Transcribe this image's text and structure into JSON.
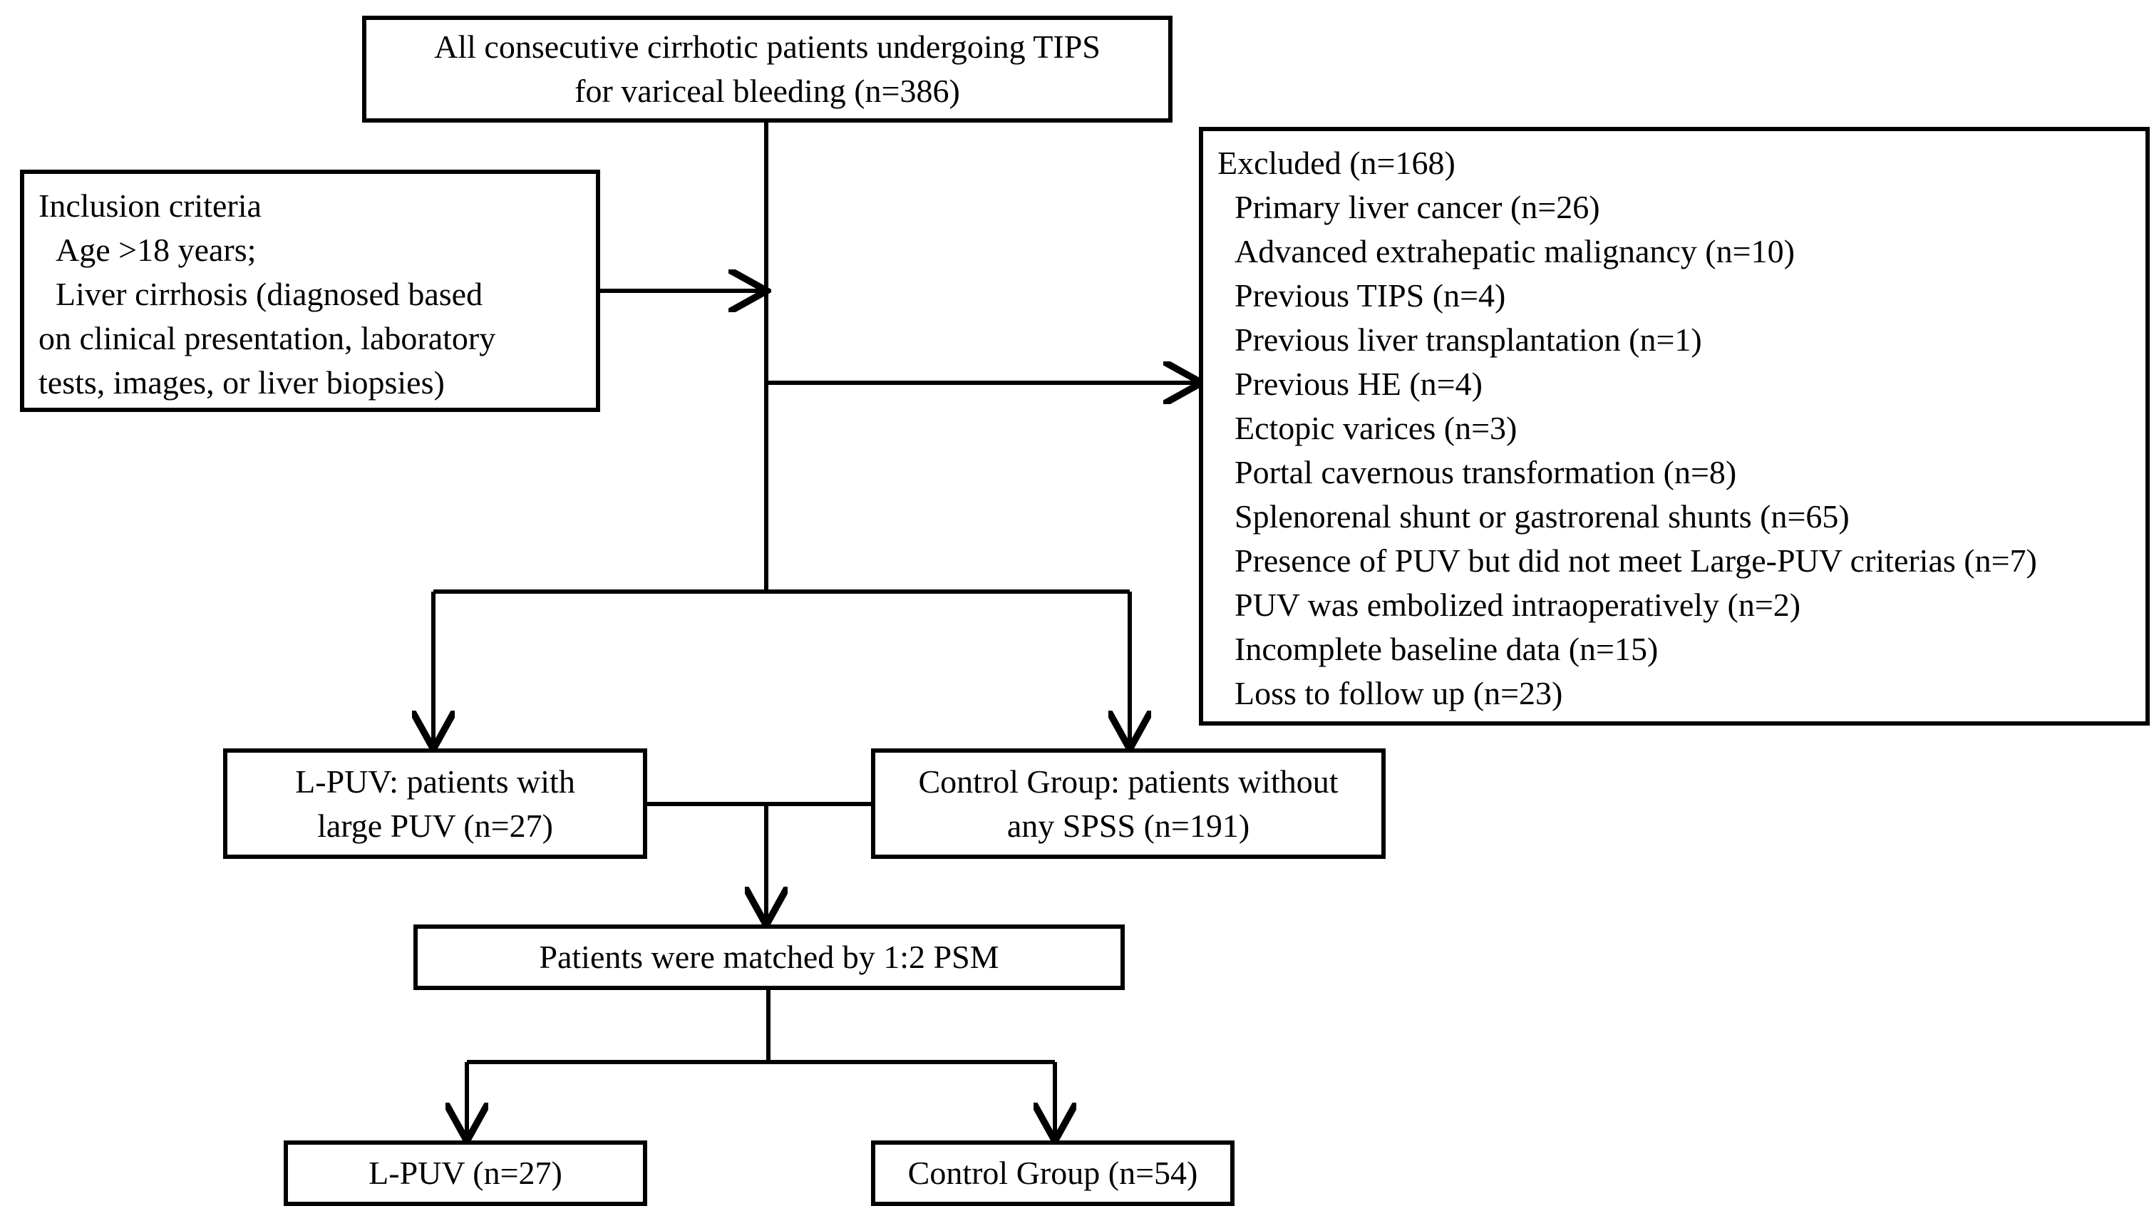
{
  "top_box": {
    "lines": [
      "All consecutive cirrhotic patients undergoing TIPS",
      "for variceal bleeding (n=386)"
    ]
  },
  "inclusion_box": {
    "title": "Inclusion criteria",
    "lines": [
      "Age >18 years;",
      "Liver cirrhosis (diagnosed based",
      "on clinical presentation, laboratory",
      "tests, images, or liver biopsies)"
    ]
  },
  "excluded_box": {
    "title": "Excluded (n=168)",
    "items": [
      "Primary liver cancer (n=26)",
      "Advanced extrahepatic malignancy (n=10)",
      "Previous TIPS (n=4)",
      "Previous liver transplantation (n=1)",
      "Previous HE  (n=4)",
      "Ectopic varices (n=3)",
      "Portal cavernous transformation (n=8)",
      "Splenorenal shunt or gastrorenal shunts (n=65)",
      "Presence of PUV but did not meet Large-PUV criterias (n=7)",
      "PUV was embolized intraoperatively  (n=2)",
      "Incomplete baseline data (n=15)",
      "Loss to follow up (n=23)"
    ]
  },
  "lpuv_box": {
    "lines": [
      "L-PUV: patients with",
      "large PUV (n=27)"
    ]
  },
  "control_box": {
    "lines": [
      "Control Group: patients without",
      "any SPSS (n=191)"
    ]
  },
  "psm_box": {
    "text": "Patients were matched by 1:2 PSM"
  },
  "lpuv_final_box": {
    "text": "L-PUV (n=27)"
  },
  "control_final_box": {
    "text": "Control Group (n=54)"
  }
}
